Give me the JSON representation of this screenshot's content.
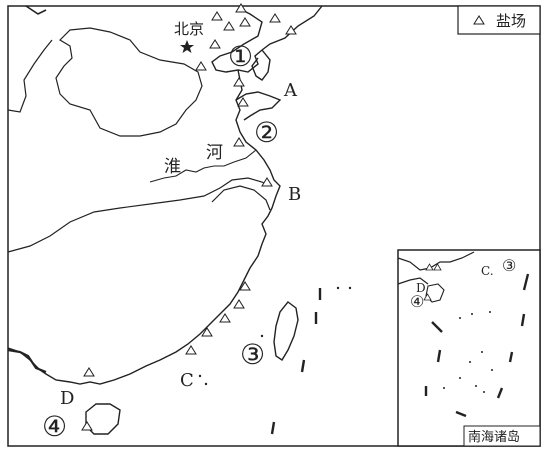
{
  "legend": {
    "label": "盐场",
    "symbol": "salt-field-triangle"
  },
  "capital": {
    "name": "北京",
    "symbol": "star"
  },
  "river": {
    "name_part1": "淮",
    "name_part2": "河"
  },
  "region_numbers": {
    "r1": "①",
    "r2": "②",
    "r3": "③",
    "r4": "④"
  },
  "points": {
    "A": "A",
    "B": "B",
    "C": "C",
    "D": "D"
  },
  "inset": {
    "title": "南海诸岛",
    "label_C": "C.",
    "label_D": "D",
    "num3": "③",
    "num4": "④"
  },
  "colors": {
    "line": "#222222",
    "background": "#ffffff"
  }
}
